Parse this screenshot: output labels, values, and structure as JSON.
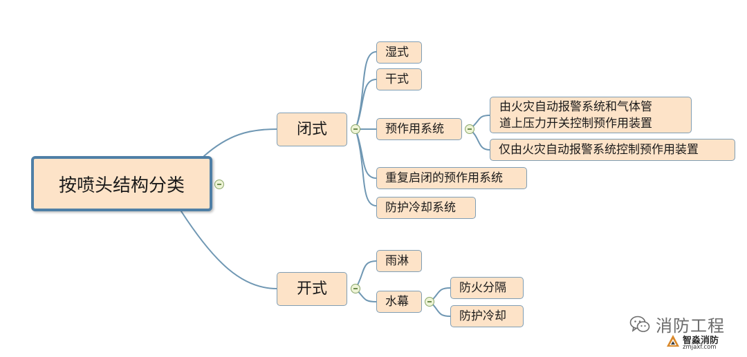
{
  "root": {
    "label": "按喷头结构分类"
  },
  "closed": {
    "label": "闭式",
    "children": [
      {
        "label": "湿式"
      },
      {
        "label": "干式"
      },
      {
        "label": "预作用系统",
        "children": [
          {
            "lines": [
              "由火灾自动报警系统和气体管",
              "道上压力开关控制预作用装置"
            ]
          },
          {
            "label": "仅由火灾自动报警系统控制预作用装置"
          }
        ]
      },
      {
        "label": "重复启闭的预作用系统"
      },
      {
        "label": "防护冷却系统"
      }
    ]
  },
  "open": {
    "label": "开式",
    "children": [
      {
        "label": "雨淋"
      },
      {
        "label": "水幕",
        "children": [
          {
            "label": "防火分隔"
          },
          {
            "label": "防护冷却"
          }
        ]
      }
    ]
  },
  "watermark": {
    "text": "消防工程",
    "icon": "wechat-icon"
  },
  "logo": {
    "cn": "智淼消防",
    "url": "zmjaxf.com"
  },
  "colors": {
    "node_fill": "#fde3c8",
    "node_border": "#7e9db4",
    "root_border": "#4f7fa6",
    "connector": "#6f97b3"
  }
}
